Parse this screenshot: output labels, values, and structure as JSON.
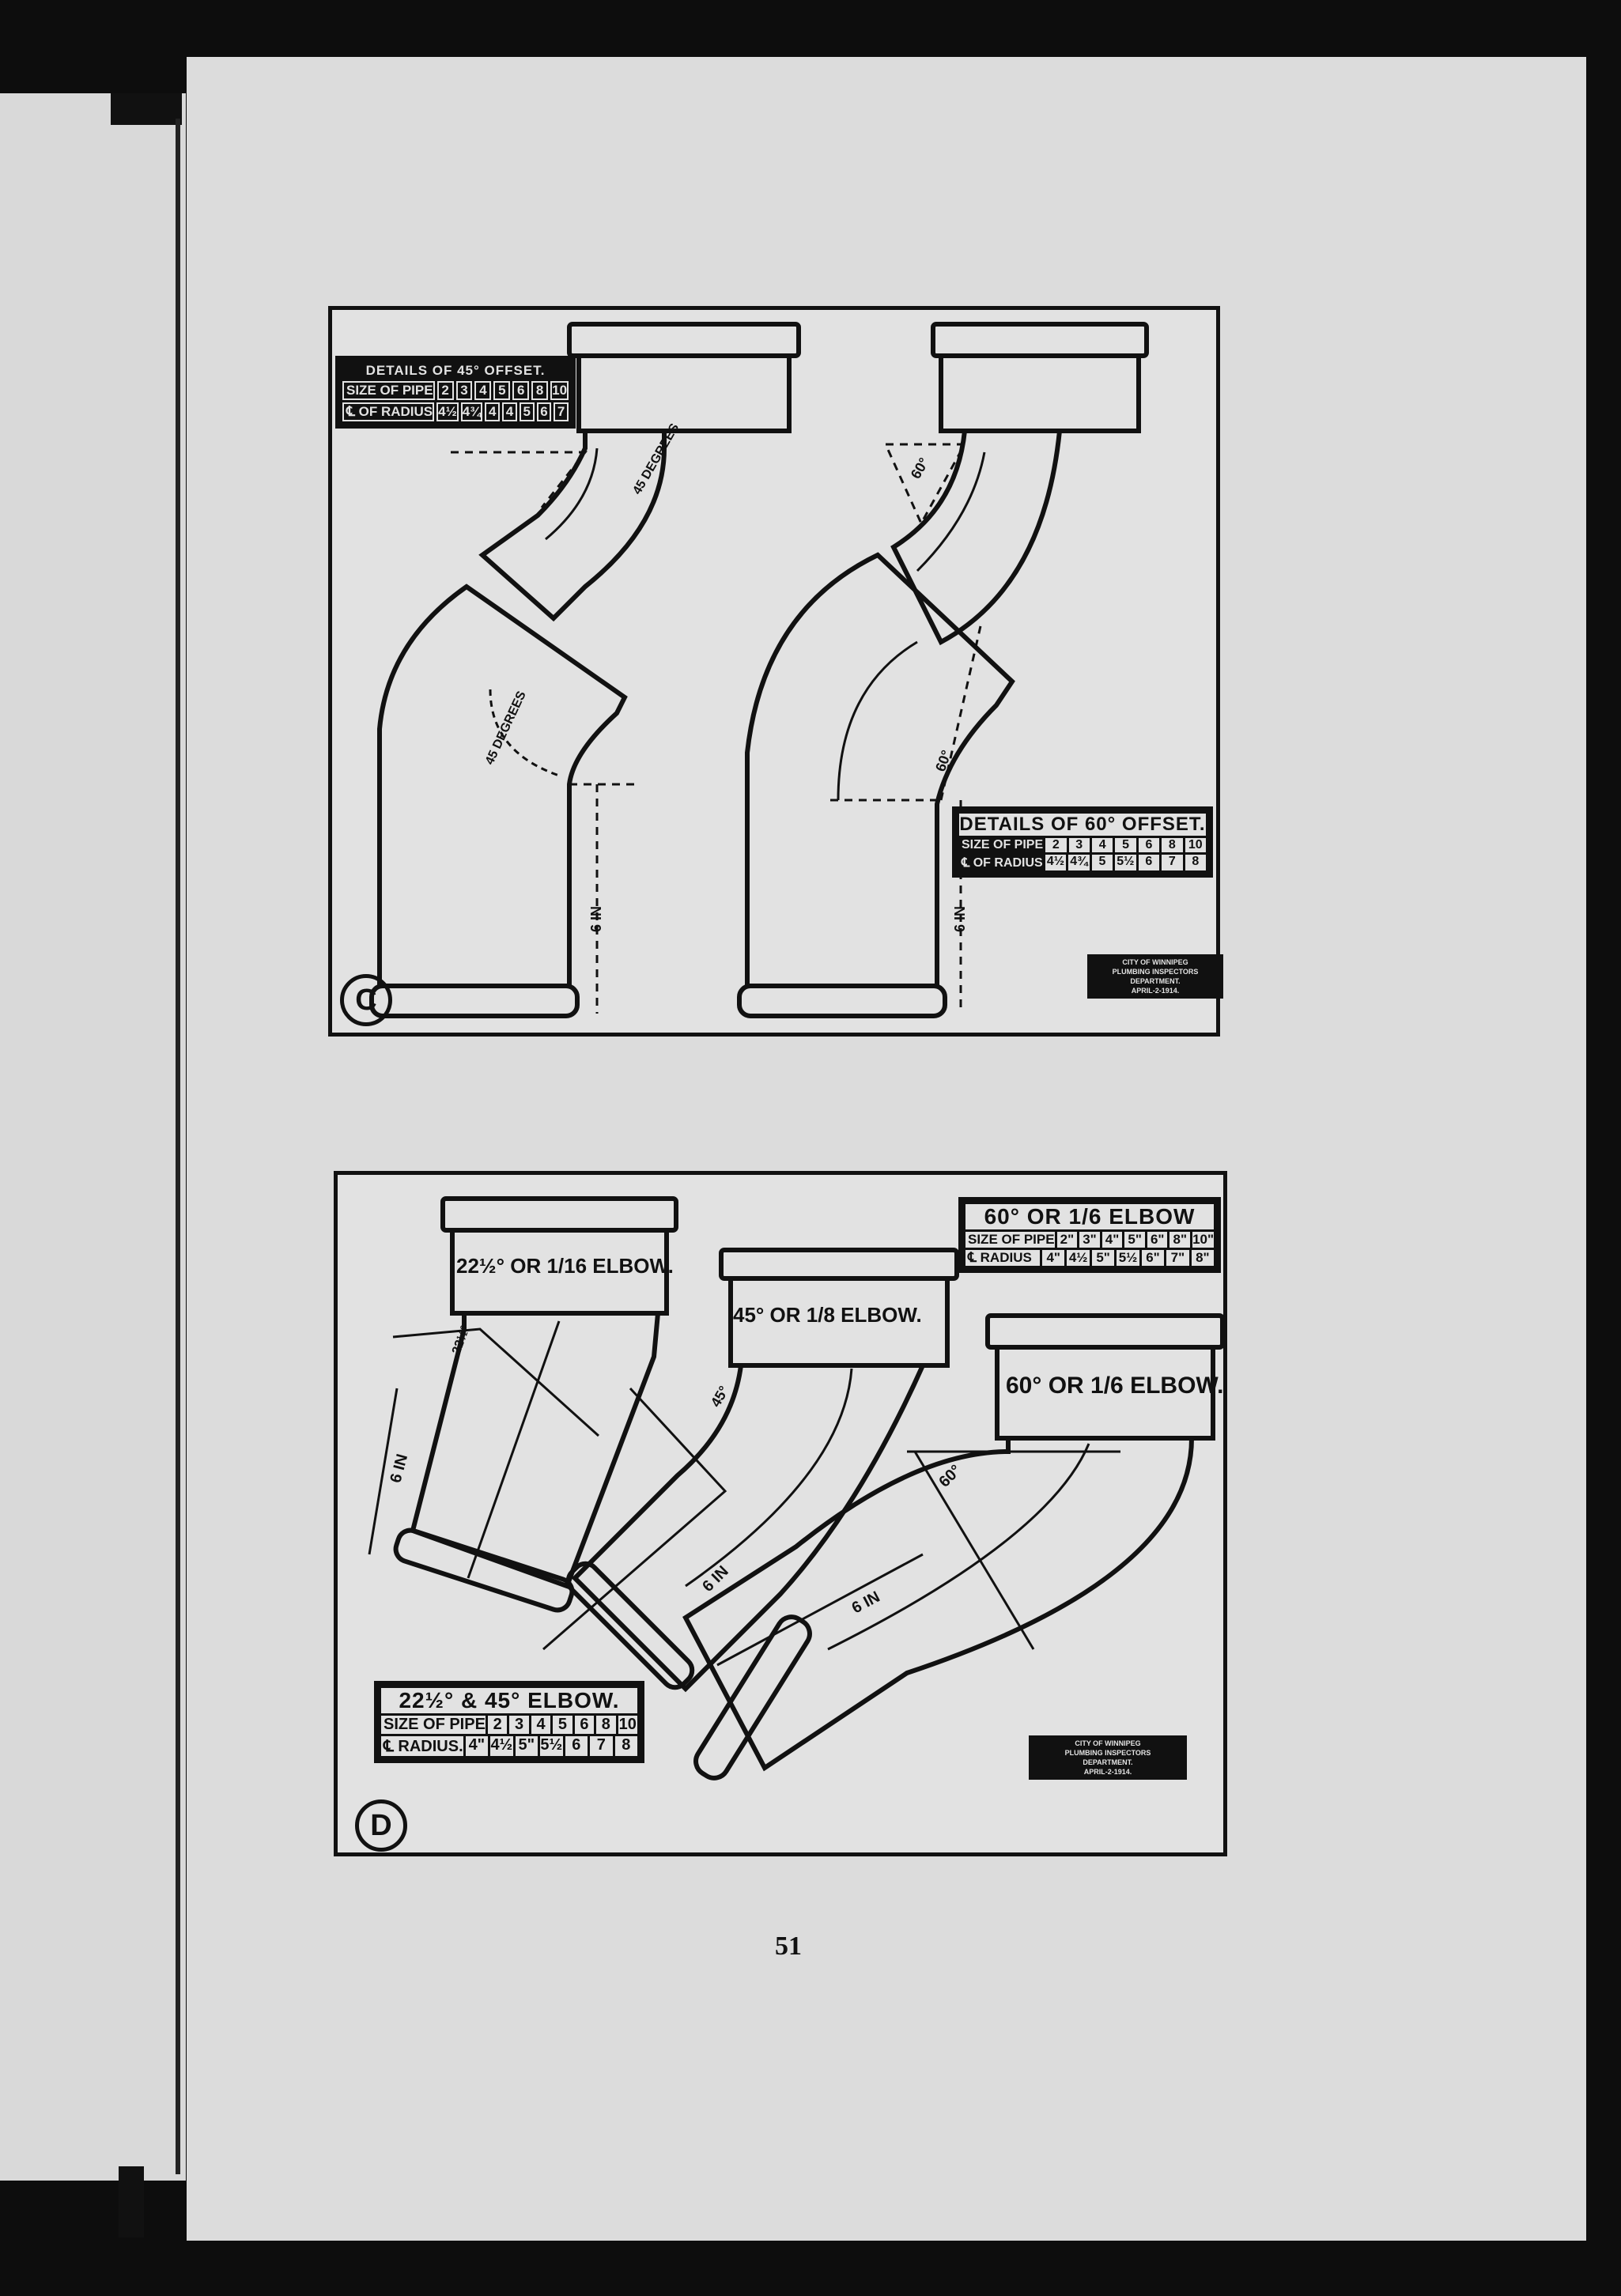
{
  "page_number": "51",
  "figure_c": {
    "letter": "C",
    "table_45": {
      "title": "DETAILS OF 45° OFFSET.",
      "row1_label": "SIZE OF PIPE",
      "row1": [
        "2",
        "3",
        "4",
        "5",
        "6",
        "8",
        "10"
      ],
      "row2_label": "℄ OF RADIUS",
      "row2": [
        "4½",
        "4¾",
        "4",
        "4",
        "5",
        "6",
        "7"
      ]
    },
    "table_60": {
      "title": "DETAILS OF 60° OFFSET.",
      "row1_label": "SIZE OF PIPE",
      "row1": [
        "2",
        "3",
        "4",
        "5",
        "6",
        "8",
        "10"
      ],
      "row2_label": "℄ OF RADIUS",
      "row2": [
        "4½",
        "4¾",
        "5",
        "5½",
        "6",
        "7",
        "8"
      ]
    },
    "angle_45_upper": "45 DEGREES",
    "angle_45_lower": "45 DEGREES",
    "angle_60_upper": "60°",
    "angle_60_lower": "60°",
    "length_left": "6 IN",
    "length_right": "6 IN",
    "stamp": [
      "CITY OF WINNIPEG",
      "PLUMBING INSPECTORS",
      "DEPARTMENT.",
      "APRIL-2-1914."
    ]
  },
  "figure_d": {
    "letter": "D",
    "elbow_22": "22½° OR 1/16 ELBOW.",
    "elbow_45": "45° OR 1/8 ELBOW.",
    "elbow_60": "60° OR 1/6 ELBOW.",
    "angle_22": "22½°",
    "angle_45": "45°",
    "angle_60": "60°",
    "length_22": "6 IN",
    "length_45": "6 IN",
    "length_60": "6 IN",
    "table_60": {
      "title": "60° OR 1/6 ELBOW",
      "row1_label": "SIZE OF PIPE",
      "row1": [
        "2\"",
        "3\"",
        "4\"",
        "5\"",
        "6\"",
        "8\"",
        "10\""
      ],
      "row2_label": "℄ RADIUS",
      "row2": [
        "4\"",
        "4½",
        "5\"",
        "5½",
        "6\"",
        "7\"",
        "8\""
      ]
    },
    "table_22_45": {
      "title": "22½° & 45° ELBOW.",
      "row1_label": "SIZE OF PIPE",
      "row1": [
        "2",
        "3",
        "4",
        "5",
        "6",
        "8",
        "10"
      ],
      "row2_label": "℄ RADIUS.",
      "row2": [
        "4\"",
        "4½",
        "5\"",
        "5½",
        "6",
        "7",
        "8"
      ]
    },
    "stamp": [
      "CITY OF WINNIPEG",
      "PLUMBING INSPECTORS",
      "DEPARTMENT.",
      "APRIL-2-1914."
    ]
  }
}
